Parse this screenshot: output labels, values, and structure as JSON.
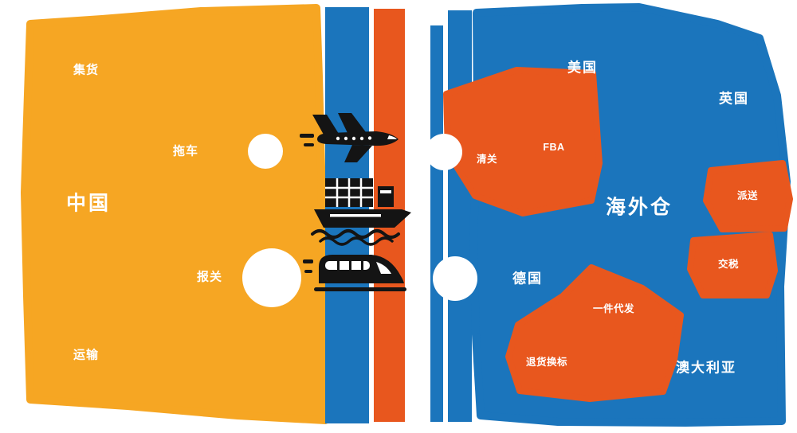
{
  "colors": {
    "china_orange": "#F6A623",
    "accent_orange": "#E8571E",
    "blue": "#1B75BC",
    "label_white": "#FFFFFF",
    "icon_black": "#141414"
  },
  "china": {
    "title": "中国",
    "steps": {
      "consolidation": "集货",
      "trailer": "拖车",
      "customs_declaration": "报关",
      "transport": "运输"
    }
  },
  "route": {
    "modes": {
      "air": "plane-icon",
      "sea": "ship-icon",
      "rail": "train-icon"
    }
  },
  "overseas": {
    "title": "海外仓",
    "countries": {
      "usa": "美国",
      "uk": "英国",
      "germany": "德国",
      "australia": "澳大利亚"
    },
    "services": {
      "customs_clearance": "清关",
      "fba": "FBA",
      "delivery": "派送",
      "tax": "交税",
      "dropshipping": "一件代发",
      "return_relabel": "退货换标"
    }
  }
}
